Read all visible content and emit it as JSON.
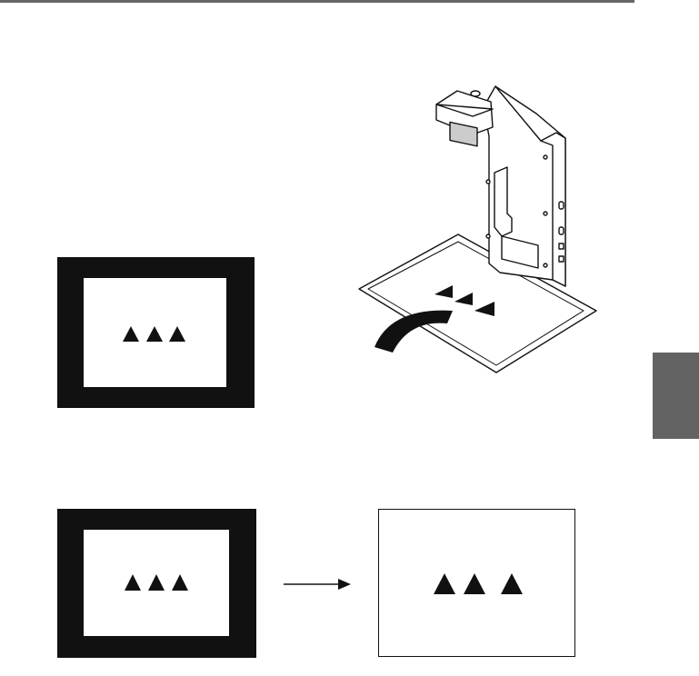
{
  "page": {
    "header_rule_color": "#666666",
    "section_tab_color": "#636363",
    "ink_color": "#111111"
  },
  "figures": [
    {
      "id": "framed-image-before",
      "icon": "triangles-icon"
    },
    {
      "id": "document-camera-illustration",
      "icon": "document-camera-icon"
    },
    {
      "id": "framed-image-source",
      "icon": "triangles-icon"
    },
    {
      "id": "conversion-arrow",
      "icon": "arrow-right-icon"
    },
    {
      "id": "cropped-image-result",
      "icon": "triangles-icon"
    }
  ]
}
